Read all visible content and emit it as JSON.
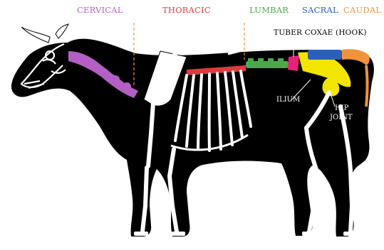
{
  "regions": [
    {
      "key": "cervical",
      "label": "CERVICAL",
      "color": "#b35fc4"
    },
    {
      "key": "thoracic",
      "label": "THORACIC",
      "color": "#e03a3e"
    },
    {
      "key": "lumbar",
      "label": "LUMBAR",
      "color": "#4aa84a"
    },
    {
      "key": "sacral",
      "label": "SACRAL",
      "color": "#2c5fb8"
    },
    {
      "key": "caudal",
      "label": "CAUDAL",
      "color": "#f0933a"
    }
  ],
  "annotations": {
    "tuber_coxae": "TUBER COXAE (HOOK)",
    "ilium": "ILIUM",
    "hip_joint_line1": "HIP",
    "hip_joint_line2": "JOINT"
  },
  "colors": {
    "body": "#000000",
    "bone": "#ffffff",
    "pelvis": "#f2e600",
    "tuber_coxae": "#e8207a",
    "divider": "#f0933a"
  }
}
